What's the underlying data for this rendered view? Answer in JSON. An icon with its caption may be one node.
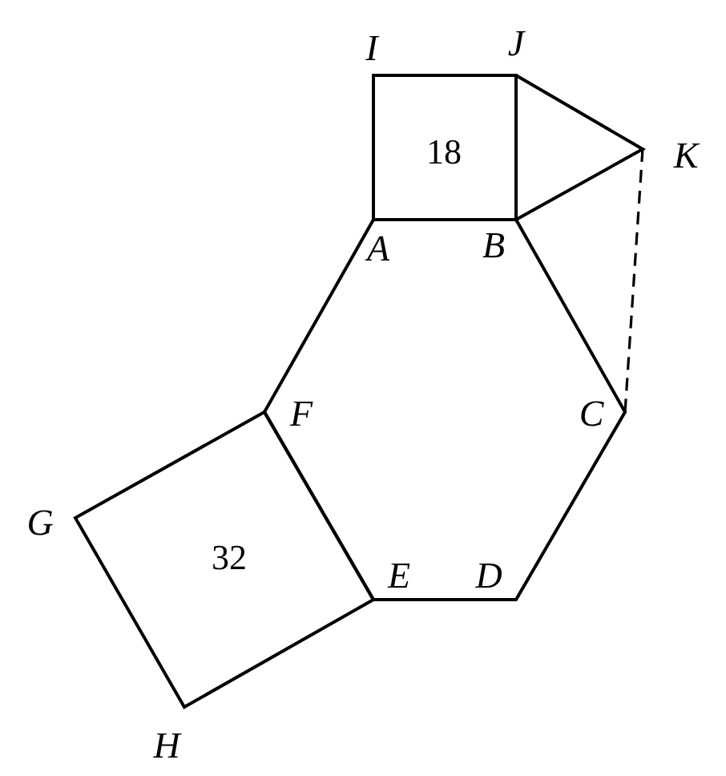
{
  "diagram": {
    "nodes": [
      {
        "text": [
          "18"
        ]
      },
      {
        "text": [
          "32"
        ]
      }
    ],
    "labels": [
      "I",
      "J",
      "K",
      "A",
      "B",
      "F",
      "C",
      "G",
      "E",
      "D",
      "H"
    ]
  }
}
